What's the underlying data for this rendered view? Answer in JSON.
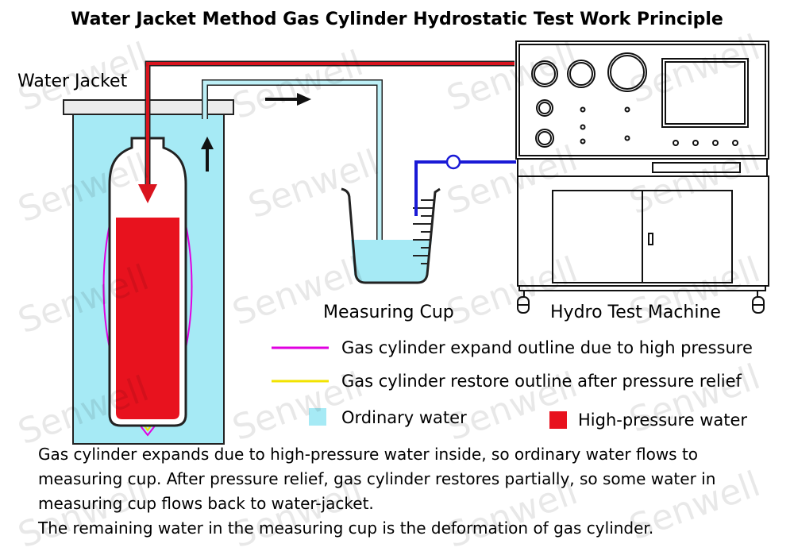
{
  "title": "Water Jacket Method Gas Cylinder Hydrostatic Test Work Principle",
  "labels": {
    "water_jacket": "Water Jacket",
    "measuring_cup": "Measuring Cup",
    "hydro_test_machine": "Hydro Test Machine"
  },
  "legend": [
    {
      "text": "Gas cylinder expand outline due to high pressure",
      "color": "#e000e0"
    },
    {
      "text": "Gas cylinder restore outline after pressure relief",
      "color": "#f2e300"
    },
    {
      "text": "Ordinary water",
      "color": "#a6eaf5"
    },
    {
      "text": "High-pressure water",
      "color": "#e8121e"
    }
  ],
  "caption": {
    "paragraph": "Gas cylinder expands due to high-pressure water inside, so ordinary water flows to measuring cup. After pressure relief, gas cylinder restores partially, so some water in measuring cup flows back to water-jacket.",
    "conclusion": "The remaining water in the measuring cup is the deformation of gas cylinder."
  },
  "watermark": "Senwell",
  "colors": {
    "ordinary_water": "#a6eaf5",
    "high_pressure_water": "#e8121e",
    "red_pipe": "#d9141e",
    "blue_pipe": "#1a1ad6",
    "expand_outline": "#e000e0",
    "restore_outline": "#f2e300"
  }
}
